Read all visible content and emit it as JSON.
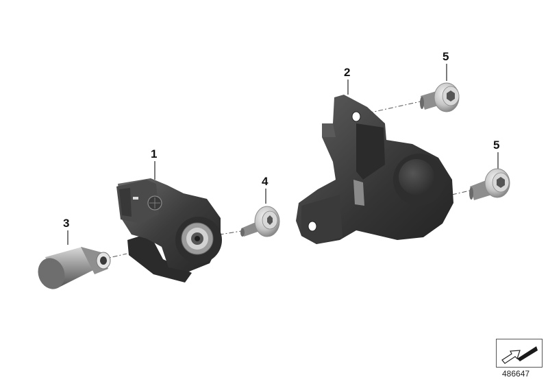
{
  "callouts": [
    {
      "id": "part-1",
      "label": "1"
    },
    {
      "id": "part-2",
      "label": "2"
    },
    {
      "id": "part-3",
      "label": "3"
    },
    {
      "id": "part-4",
      "label": "4"
    },
    {
      "id": "part-5a",
      "label": "5"
    },
    {
      "id": "part-5b",
      "label": "5"
    }
  ],
  "reference_number": "486647",
  "orientation_icon": "arrow-up-right-icon"
}
